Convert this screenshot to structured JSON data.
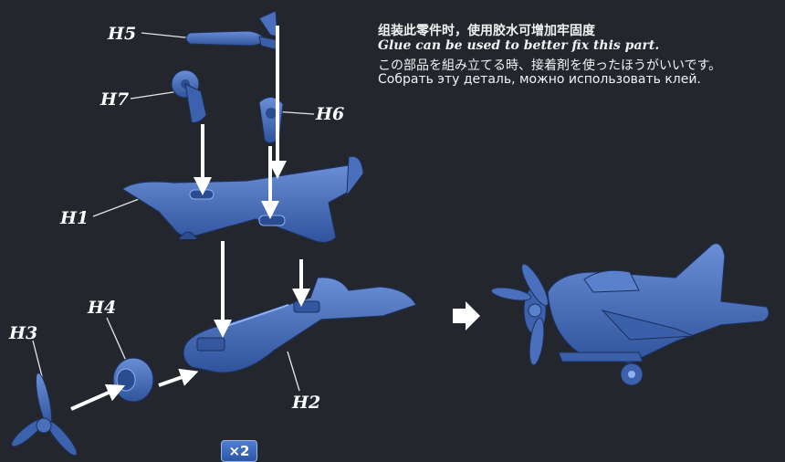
{
  "instructions": {
    "zh": "组装此零件时，使用胶水可增加牢固度",
    "en": "Glue can be used to better fix this part.",
    "ja": "この部品を組み立てる時、接着剤を使ったほうがいいです。",
    "ru": "Собрать эту деталь, можно использовать клей."
  },
  "parts": {
    "h1": "H1",
    "h2": "H2",
    "h3": "H3",
    "h4": "H4",
    "h5": "H5",
    "h6": "H6",
    "h7": "H7"
  },
  "quantity": "×2",
  "colors": {
    "background": "#23272d",
    "part": "#3f66b3",
    "arrow": "#ffffff"
  }
}
